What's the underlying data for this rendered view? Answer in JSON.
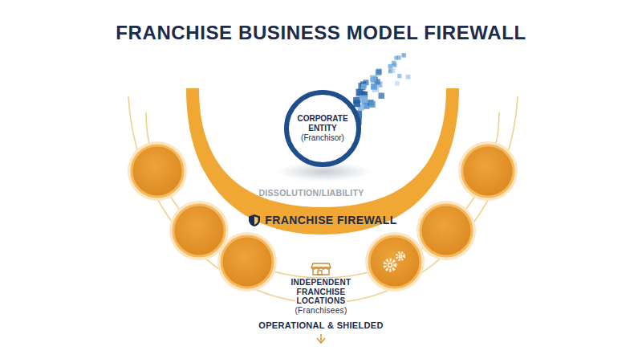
{
  "diagram": {
    "title": "FRANCHISE BUSINESS MODEL FIREWALL",
    "nodes": [
      {
        "text": [
          "CORPORATE ENTITY",
          "(Franchisor)"
        ]
      },
      {
        "text": [
          "FRANCHISE FIREWALL"
        ]
      }
    ],
    "labels": [
      "DISSOLUTION/LIABILITY",
      "INDEPENDENT FRANCHISE LOCATIONS",
      "(Franchisees)",
      "OPERATIONAL & SHIELDED"
    ]
  }
}
